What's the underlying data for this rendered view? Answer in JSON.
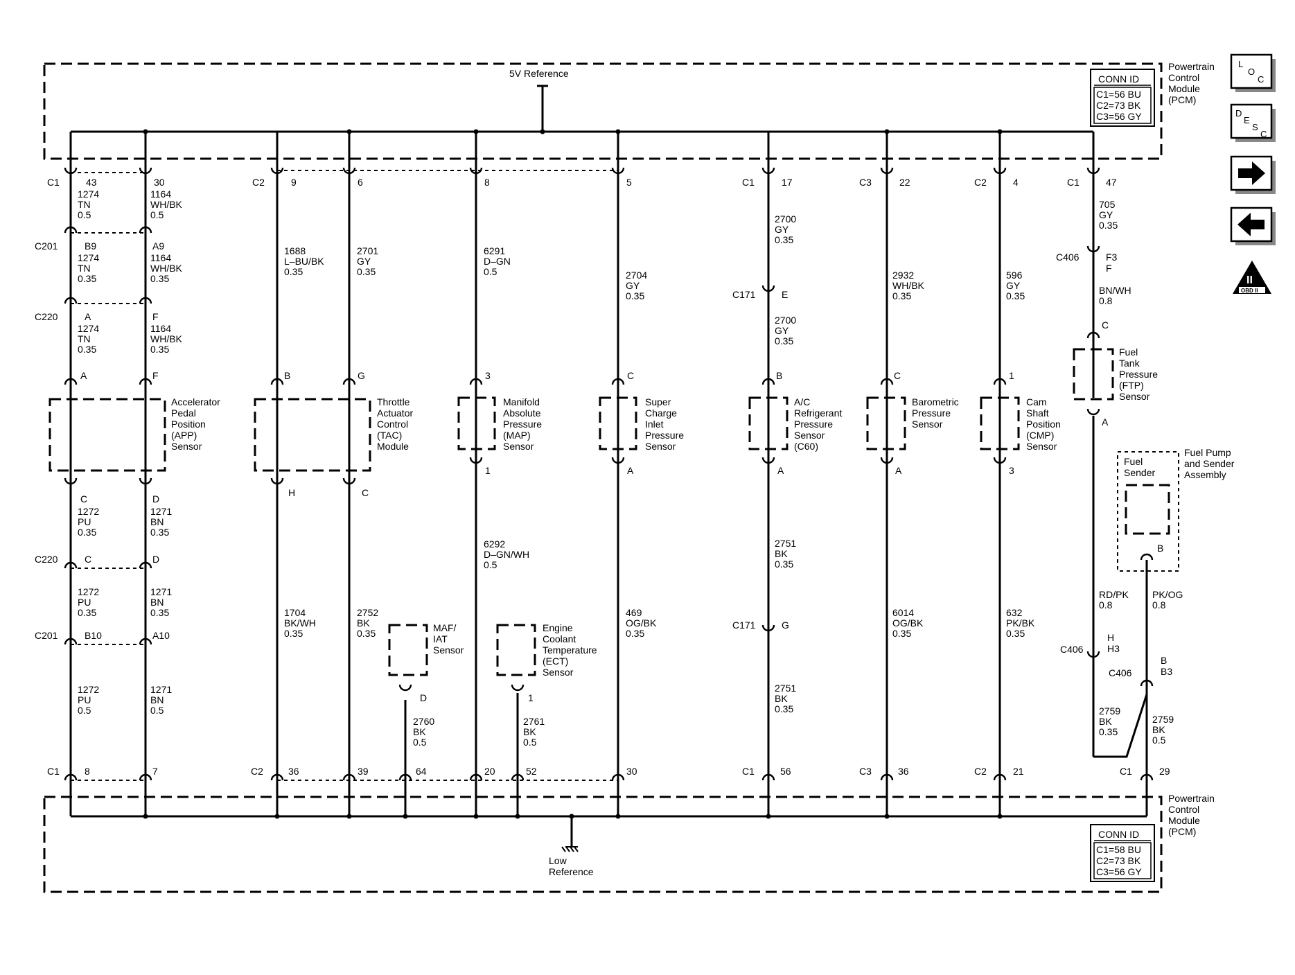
{
  "pcm": {
    "label": [
      "Powertrain",
      "Control",
      "Module",
      "(PCM)"
    ],
    "conn_id_title": "CONN ID",
    "top_conn": [
      "C1=56 BU",
      "C2=73 BK",
      "C3=56 GY"
    ],
    "bottom_conn": [
      "C1=58 BU",
      "C2=73 BK",
      "C3=56 GY"
    ],
    "five_v_ref": "5V Reference",
    "low_ref": [
      "Low",
      "Reference"
    ]
  },
  "side_buttons": {
    "loc": [
      "L",
      "O",
      "C"
    ],
    "desc": [
      "D",
      "E",
      "S",
      "C"
    ],
    "obd_roman": "II",
    "obd_text": "OBD II"
  },
  "connectors": {
    "top": [
      {
        "conn": "C1",
        "pin": "43"
      },
      {
        "conn": "",
        "pin": "30"
      },
      {
        "conn": "C2",
        "pin": "9"
      },
      {
        "conn": "",
        "pin": "6"
      },
      {
        "conn": "",
        "pin": "8"
      },
      {
        "conn": "",
        "pin": "5"
      },
      {
        "conn": "C1",
        "pin": "17"
      },
      {
        "conn": "C3",
        "pin": "22"
      },
      {
        "conn": "C2",
        "pin": "4"
      },
      {
        "conn": "C1",
        "pin": "47"
      }
    ],
    "bottom": [
      {
        "conn": "C1",
        "pin": "8"
      },
      {
        "conn": "",
        "pin": "7"
      },
      {
        "conn": "C2",
        "pin": "36"
      },
      {
        "conn": "",
        "pin": "39"
      },
      {
        "conn": "",
        "pin": "64"
      },
      {
        "conn": "",
        "pin": "20"
      },
      {
        "conn": "",
        "pin": "52"
      },
      {
        "conn": "",
        "pin": "30"
      },
      {
        "conn": "C1",
        "pin": "56"
      },
      {
        "conn": "C3",
        "pin": "36"
      },
      {
        "conn": "C2",
        "pin": "21"
      },
      {
        "conn": "C1",
        "pin": "29"
      }
    ],
    "inline": [
      {
        "name": "C201",
        "pin_a": "B9",
        "pin_b": "A9"
      },
      {
        "name": "C220",
        "pin_a": "A",
        "pin_b": "F"
      },
      {
        "name": "C220",
        "pin_a": "C",
        "pin_b": "D"
      },
      {
        "name": "C201",
        "pin_a": "B10",
        "pin_b": "A10"
      },
      {
        "name": "C171",
        "pin": "E"
      },
      {
        "name": "C171",
        "pin": "G"
      },
      {
        "name": "C406",
        "pin": [
          "F3",
          "F"
        ]
      },
      {
        "name": "C406",
        "pin": [
          "H",
          "H3"
        ]
      },
      {
        "name": "C406",
        "pin": [
          "B",
          "B3"
        ]
      }
    ]
  },
  "wires": [
    [
      "1274",
      "TN",
      "0.5"
    ],
    [
      "1164",
      "WH/BK",
      "0.5"
    ],
    [
      "1274",
      "TN",
      "0.35"
    ],
    [
      "1164",
      "WH/BK",
      "0.35"
    ],
    [
      "1274",
      "TN",
      "0.35"
    ],
    [
      "1164",
      "WH/BK",
      "0.35"
    ],
    [
      "1272",
      "PU",
      "0.35"
    ],
    [
      "1271",
      "BN",
      "0.35"
    ],
    [
      "1272",
      "PU",
      "0.35"
    ],
    [
      "1271",
      "BN",
      "0.35"
    ],
    [
      "1272",
      "PU",
      "0.5"
    ],
    [
      "1271",
      "BN",
      "0.5"
    ],
    [
      "1688",
      "L–BU/BK",
      "0.35"
    ],
    [
      "2701",
      "GY",
      "0.35"
    ],
    [
      "1704",
      "BK/WH",
      "0.35"
    ],
    [
      "2752",
      "BK",
      "0.35"
    ],
    [
      "6291",
      "D–GN",
      "0.5"
    ],
    [
      "6292",
      "D–GN/WH",
      "0.5"
    ],
    [
      "2704",
      "GY",
      "0.35"
    ],
    [
      "469",
      "OG/BK",
      "0.35"
    ],
    [
      "2700",
      "GY",
      "0.35"
    ],
    [
      "2700",
      "GY",
      "0.35"
    ],
    [
      "2751",
      "BK",
      "0.35"
    ],
    [
      "2751",
      "BK",
      "0.35"
    ],
    [
      "2932",
      "WH/BK",
      "0.35"
    ],
    [
      "6014",
      "OG/BK",
      "0.35"
    ],
    [
      "596",
      "GY",
      "0.35"
    ],
    [
      "632",
      "PK/BK",
      "0.35"
    ],
    [
      "705",
      "GY",
      "0.35"
    ],
    [
      "BN/WH",
      "0.8"
    ],
    [
      "RD/PK",
      "0.8"
    ],
    [
      "PK/OG",
      "0.8"
    ],
    [
      "2759",
      "BK",
      "0.35"
    ],
    [
      "2759",
      "BK",
      "0.5"
    ],
    [
      "2760",
      "BK",
      "0.5"
    ],
    [
      "2761",
      "BK",
      "0.5"
    ]
  ],
  "sensor_pins": [
    "A",
    "F",
    "C",
    "D",
    "B",
    "G",
    "H",
    "C",
    "3",
    "1",
    "C",
    "A",
    "B",
    "A",
    "C",
    "A",
    "1",
    "3",
    "C",
    "A",
    "B",
    "D",
    "1"
  ],
  "components": {
    "app": [
      "Accelerator",
      "Pedal",
      "Position",
      "(APP)",
      "Sensor"
    ],
    "tac": [
      "Throttle",
      "Actuator",
      "Control",
      "(TAC)",
      "Module"
    ],
    "map": [
      "Manifold",
      "Absolute",
      "Pressure",
      "(MAP)",
      "Sensor"
    ],
    "sci": [
      "Super",
      "Charge",
      "Inlet",
      "Pressure",
      "Sensor"
    ],
    "ac": [
      "A/C",
      "Refrigerant",
      "Pressure",
      "Sensor",
      "(C60)"
    ],
    "baro": [
      "Barometric",
      "Pressure",
      "Sensor"
    ],
    "cmp": [
      "Cam",
      "Shaft",
      "Position",
      "(CMP)",
      "Sensor"
    ],
    "ftp": [
      "Fuel",
      "Tank",
      "Pressure",
      "(FTP)",
      "Sensor"
    ],
    "maf": [
      "MAF/",
      "IAT",
      "Sensor"
    ],
    "ect": [
      "Engine",
      "Coolant",
      "Temperature",
      "(ECT)",
      "Sensor"
    ],
    "fuel_sender": [
      "Fuel",
      "Sender"
    ],
    "fuel_pump": [
      "Fuel Pump",
      "and Sender",
      "Assembly"
    ]
  }
}
